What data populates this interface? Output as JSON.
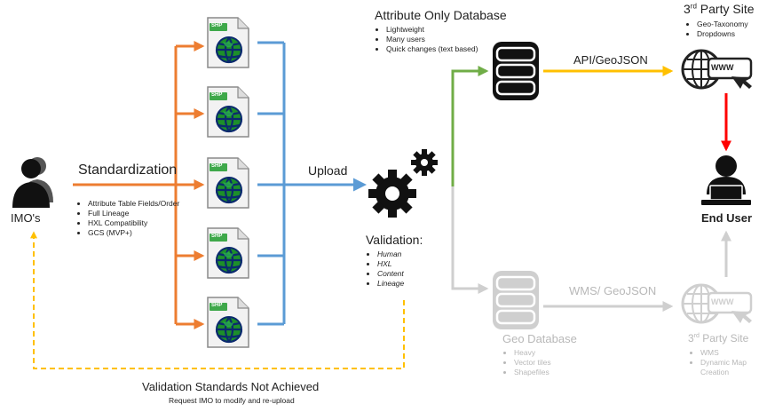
{
  "imo": {
    "label": "IMO's"
  },
  "standardization": {
    "title": "Standardization",
    "items": [
      "Attribute Table Fields/Order",
      "Full Lineage",
      "HXL Compatibility",
      "GCS (MVP+)"
    ]
  },
  "shp_label": "SHP",
  "upload": {
    "label": "Upload"
  },
  "validation": {
    "title": "Validation:",
    "items": [
      "Human",
      "HXL",
      "Content",
      "Lineage"
    ]
  },
  "attr_db": {
    "title": "Attribute Only Database",
    "items": [
      "Lightweight",
      "Many users",
      "Quick changes (text based)"
    ]
  },
  "api_label": "API/GeoJSON",
  "third_party_top": {
    "title_main": "3",
    "title_sup": "rd",
    "title_rest": " Party Site",
    "items": [
      "Geo-Taxonomy",
      "Dropdowns"
    ]
  },
  "www_label": "WWW",
  "end_user": {
    "label": "End User"
  },
  "geo_db": {
    "title": "Geo Database",
    "items": [
      "Heavy",
      "Vector tiles",
      "Shapefiles"
    ]
  },
  "wms_label": "WMS/ GeoJSON",
  "third_party_bottom": {
    "title_main": "3",
    "title_sup": "rd",
    "title_rest": " Party Site",
    "items": [
      "WMS",
      "Dynamic Map Creation"
    ]
  },
  "feedback": {
    "title": "Validation Standards Not Achieved",
    "subtitle": "Request IMO to modify and re-upload"
  },
  "colors": {
    "orange": "#ed7d31",
    "blue": "#5b9bd5",
    "green": "#70ad47",
    "gold": "#ffc000",
    "red": "#ff0000",
    "dashed": "#ffc000",
    "faded": "#cfcfcf"
  }
}
